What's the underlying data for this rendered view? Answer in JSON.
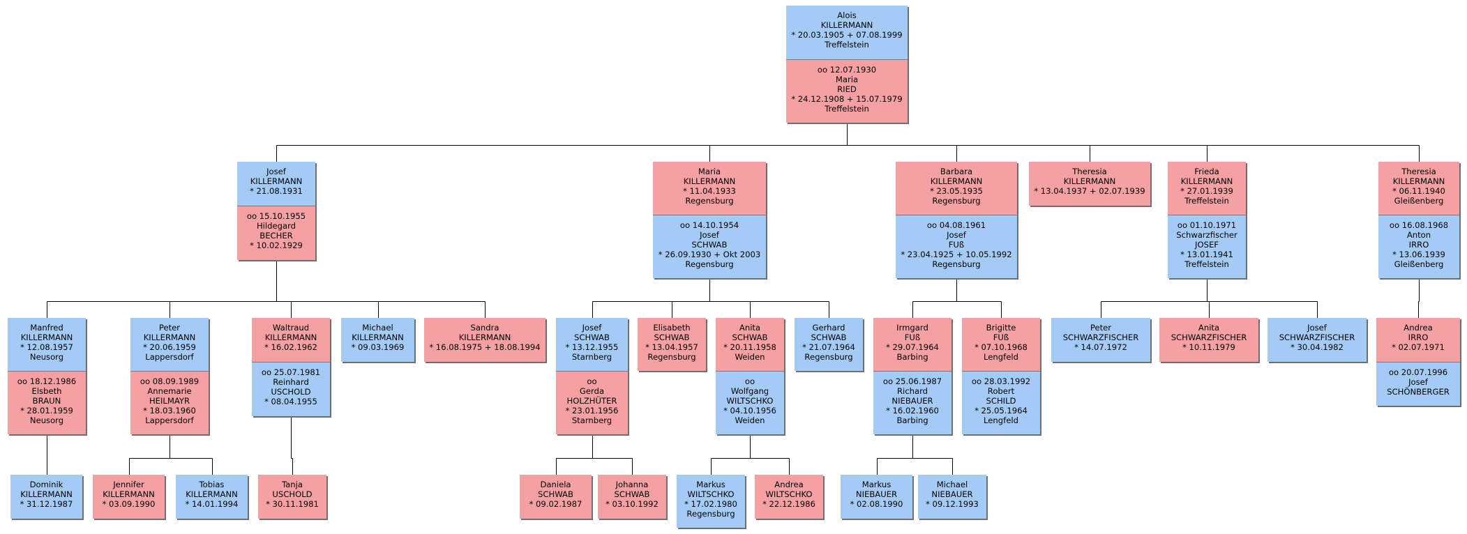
{
  "colors": {
    "male": "#a3cbf5",
    "female": "#f5a0a3",
    "line": "#000000",
    "shadow": "#6e6e6e"
  },
  "persons": [
    {
      "id": "alois",
      "parts": [
        {
          "sex": "m",
          "lines": [
            "Alois",
            "KILLERMANN",
            "* 20.03.1905  + 07.08.1999",
            "Treffelstein"
          ]
        },
        {
          "sex": "f",
          "lines": [
            "oo 12.07.1930",
            "Maria",
            "RIED",
            "* 24.12.1908  + 15.07.1979",
            "Treffelstein"
          ]
        }
      ]
    },
    {
      "id": "josef",
      "parts": [
        {
          "sex": "m",
          "lines": [
            "Josef",
            "KILLERMANN",
            "* 21.08.1931"
          ]
        },
        {
          "sex": "f",
          "lines": [
            "oo 15.10.1955",
            "Hildegard",
            "BECHER",
            "* 10.02.1929"
          ]
        }
      ]
    },
    {
      "id": "maria",
      "parts": [
        {
          "sex": "f",
          "lines": [
            "Maria",
            "KILLERMANN",
            "* 11.04.1933",
            "Regensburg"
          ]
        },
        {
          "sex": "m",
          "lines": [
            "oo 14.10.1954",
            "Josef",
            "SCHWAB",
            "* 26.09.1930  + Okt 2003",
            "Regensburg"
          ]
        }
      ]
    },
    {
      "id": "barbara",
      "parts": [
        {
          "sex": "f",
          "lines": [
            "Barbara",
            "KILLERMANN",
            "* 23.05.1935",
            "Regensburg"
          ]
        },
        {
          "sex": "m",
          "lines": [
            "oo 04.08.1961",
            "Josef",
            "FUß",
            "* 23.04.1925  + 10.05.1992",
            "Regensburg"
          ]
        }
      ]
    },
    {
      "id": "theresia1",
      "parts": [
        {
          "sex": "f",
          "lines": [
            "Theresia",
            "KILLERMANN",
            "* 13.04.1937  + 02.07.1939"
          ]
        }
      ]
    },
    {
      "id": "frieda",
      "parts": [
        {
          "sex": "f",
          "lines": [
            "Frieda",
            "KILLERMANN",
            "* 27.01.1939",
            "Treffelstein"
          ]
        },
        {
          "sex": "m",
          "lines": [
            "oo 01.10.1971",
            "Schwarzfischer",
            "JOSEF",
            "* 13.01.1941",
            "Treffelstein"
          ]
        }
      ]
    },
    {
      "id": "theresia2",
      "parts": [
        {
          "sex": "f",
          "lines": [
            "Theresia",
            "KILLERMANN",
            "* 06.11.1940",
            "Gleißenberg"
          ]
        },
        {
          "sex": "m",
          "lines": [
            "oo 16.08.1968",
            "Anton",
            "IRRO",
            "* 13.06.1939",
            "Gleißenberg"
          ]
        }
      ]
    },
    {
      "id": "manfred",
      "parts": [
        {
          "sex": "m",
          "lines": [
            "Manfred",
            "KILLERMANN",
            "* 12.08.1957",
            "Neusorg"
          ]
        },
        {
          "sex": "f",
          "lines": [
            "oo 18.12.1986",
            "Elsbeth",
            "BRAUN",
            "* 28.01.1959",
            "Neusorg"
          ]
        }
      ]
    },
    {
      "id": "peter",
      "parts": [
        {
          "sex": "m",
          "lines": [
            "Peter",
            "KILLERMANN",
            "* 20.06.1959",
            "Lappersdorf"
          ]
        },
        {
          "sex": "f",
          "lines": [
            "oo 08.09.1989",
            "Annemarie",
            "HEILMAYR",
            "* 18.03.1960",
            "Lappersdorf"
          ]
        }
      ]
    },
    {
      "id": "waltraud",
      "parts": [
        {
          "sex": "f",
          "lines": [
            "Waltraud",
            "KILLERMANN",
            "* 16.02.1962"
          ]
        },
        {
          "sex": "m",
          "lines": [
            "oo 25.07.1981",
            "Reinhard",
            "USCHOLD",
            "* 08.04.1955"
          ]
        }
      ]
    },
    {
      "id": "michael_k",
      "parts": [
        {
          "sex": "m",
          "lines": [
            "Michael",
            "KILLERMANN",
            "* 09.03.1969"
          ]
        }
      ]
    },
    {
      "id": "sandra",
      "parts": [
        {
          "sex": "f",
          "lines": [
            "Sandra",
            "KILLERMANN",
            "* 16.08.1975  + 18.08.1994"
          ]
        }
      ]
    },
    {
      "id": "josef_s",
      "parts": [
        {
          "sex": "m",
          "lines": [
            "Josef",
            "SCHWAB",
            "* 13.12.1955",
            "Starnberg"
          ]
        },
        {
          "sex": "f",
          "lines": [
            "oo",
            "Gerda",
            "HOLZHÜTER",
            "* 23.01.1956",
            "Starnberg"
          ]
        }
      ]
    },
    {
      "id": "elisabeth",
      "parts": [
        {
          "sex": "f",
          "lines": [
            "Elisabeth",
            "SCHWAB",
            "* 13.04.1957",
            "Regensburg"
          ]
        }
      ]
    },
    {
      "id": "anita_s",
      "parts": [
        {
          "sex": "f",
          "lines": [
            "Anita",
            "SCHWAB",
            "* 20.11.1958",
            "Weiden"
          ]
        },
        {
          "sex": "m",
          "lines": [
            "oo",
            "Wolfgang",
            "WILTSCHKO",
            "* 04.10.1956",
            "Weiden"
          ]
        }
      ]
    },
    {
      "id": "gerhard",
      "parts": [
        {
          "sex": "m",
          "lines": [
            "Gerhard",
            "SCHWAB",
            "* 21.07.1964",
            "Regensburg"
          ]
        }
      ]
    },
    {
      "id": "irmgard",
      "parts": [
        {
          "sex": "f",
          "lines": [
            "Irmgard",
            "FUß",
            "* 29.07.1964",
            "Barbing"
          ]
        },
        {
          "sex": "m",
          "lines": [
            "oo 25.06.1987",
            "Richard",
            "NIEBAUER",
            "* 16.02.1960",
            "Barbing"
          ]
        }
      ]
    },
    {
      "id": "brigitte",
      "parts": [
        {
          "sex": "f",
          "lines": [
            "Brigitte",
            "FUß",
            "* 07.10.1968",
            "Lengfeld"
          ]
        },
        {
          "sex": "m",
          "lines": [
            "oo 28.03.1992",
            "Robert",
            "SCHILD",
            "* 25.05.1964",
            "Lengfeld"
          ]
        }
      ]
    },
    {
      "id": "peter_sf",
      "parts": [
        {
          "sex": "m",
          "lines": [
            "Peter",
            "SCHWARZFISCHER",
            "* 14.07.1972"
          ]
        }
      ]
    },
    {
      "id": "anita_sf",
      "parts": [
        {
          "sex": "f",
          "lines": [
            "Anita",
            "SCHWARZFISCHER",
            "* 10.11.1979"
          ]
        }
      ]
    },
    {
      "id": "josef_sf",
      "parts": [
        {
          "sex": "m",
          "lines": [
            "Josef",
            "SCHWARZFISCHER",
            "* 30.04.1982"
          ]
        }
      ]
    },
    {
      "id": "andrea_i",
      "parts": [
        {
          "sex": "f",
          "lines": [
            "Andrea",
            "IRRO",
            "* 02.07.1971"
          ]
        },
        {
          "sex": "m",
          "lines": [
            "oo 20.07.1996",
            "Josef",
            "SCHÖNBERGER"
          ]
        }
      ]
    },
    {
      "id": "dominik",
      "parts": [
        {
          "sex": "m",
          "lines": [
            "Dominik",
            "KILLERMANN",
            "* 31.12.1987"
          ]
        }
      ]
    },
    {
      "id": "jennifer",
      "parts": [
        {
          "sex": "f",
          "lines": [
            "Jennifer",
            "KILLERMANN",
            "* 03.09.1990"
          ]
        }
      ]
    },
    {
      "id": "tobias",
      "parts": [
        {
          "sex": "m",
          "lines": [
            "Tobias",
            "KILLERMANN",
            "* 14.01.1994"
          ]
        }
      ]
    },
    {
      "id": "tanja",
      "parts": [
        {
          "sex": "f",
          "lines": [
            "Tanja",
            "USCHOLD",
            "* 30.11.1981"
          ]
        }
      ]
    },
    {
      "id": "daniela",
      "parts": [
        {
          "sex": "f",
          "lines": [
            "Daniela",
            "SCHWAB",
            "* 09.02.1987"
          ]
        }
      ]
    },
    {
      "id": "johanna",
      "parts": [
        {
          "sex": "f",
          "lines": [
            "Johanna",
            "SCHWAB",
            "* 03.10.1992"
          ]
        }
      ]
    },
    {
      "id": "markus_w",
      "parts": [
        {
          "sex": "m",
          "lines": [
            "Markus",
            "WILTSCHKO",
            "* 17.02.1980",
            "Regensburg"
          ]
        }
      ]
    },
    {
      "id": "andrea_w",
      "parts": [
        {
          "sex": "f",
          "lines": [
            "Andrea",
            "WILTSCHKO",
            "* 22.12.1986"
          ]
        }
      ]
    },
    {
      "id": "markus_n",
      "parts": [
        {
          "sex": "m",
          "lines": [
            "Markus",
            "NIEBAUER",
            "* 02.08.1990"
          ]
        }
      ]
    },
    {
      "id": "michael_n",
      "parts": [
        {
          "sex": "m",
          "lines": [
            "Michael",
            "NIEBAUER",
            "* 09.12.1993"
          ]
        }
      ]
    }
  ],
  "families": [
    {
      "parent": "alois",
      "children": [
        "josef",
        "maria",
        "barbara",
        "theresia1",
        "frieda",
        "theresia2"
      ]
    },
    {
      "parent": "josef",
      "children": [
        "manfred",
        "peter",
        "waltraud",
        "michael_k",
        "sandra"
      ]
    },
    {
      "parent": "maria",
      "children": [
        "josef_s",
        "elisabeth",
        "anita_s",
        "gerhard"
      ]
    },
    {
      "parent": "barbara",
      "children": [
        "irmgard",
        "brigitte"
      ]
    },
    {
      "parent": "frieda",
      "children": [
        "peter_sf",
        "anita_sf",
        "josef_sf"
      ]
    },
    {
      "parent": "theresia2",
      "children": [
        "andrea_i"
      ]
    },
    {
      "parent": "manfred",
      "children": [
        "dominik"
      ]
    },
    {
      "parent": "peter",
      "children": [
        "jennifer",
        "tobias"
      ]
    },
    {
      "parent": "waltraud",
      "children": [
        "tanja"
      ]
    },
    {
      "parent": "josef_s",
      "children": [
        "daniela",
        "johanna"
      ]
    },
    {
      "parent": "anita_s",
      "children": [
        "markus_w",
        "andrea_w"
      ]
    },
    {
      "parent": "irmgard",
      "children": [
        "markus_n",
        "michael_n"
      ]
    }
  ]
}
